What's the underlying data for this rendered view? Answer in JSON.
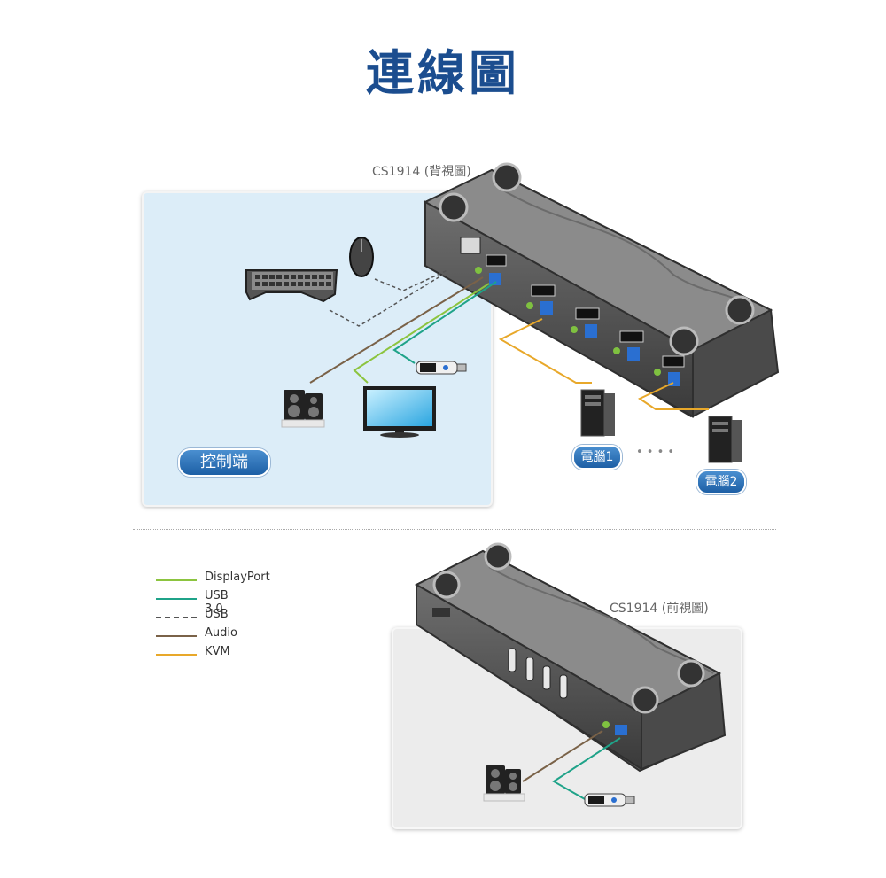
{
  "title": "連線圖",
  "rear_caption": "CS1914 (背視圖)",
  "front_caption": "CS1914 (前視圖)",
  "console_label": "控制端",
  "pc1_label": "電腦1",
  "pc2_label": "電腦2",
  "ellipsis": "• • • •",
  "legend": [
    {
      "label": "DisplayPort",
      "color": "#8cc43f",
      "style": "solid"
    },
    {
      "label": "USB 3.0",
      "color": "#1fa389",
      "style": "solid"
    },
    {
      "label": "USB",
      "color": "#555555",
      "style": "dashed"
    },
    {
      "label": "Audio",
      "color": "#7a6248",
      "style": "solid"
    },
    {
      "label": "KVM",
      "color": "#e8a82a",
      "style": "solid"
    }
  ]
}
